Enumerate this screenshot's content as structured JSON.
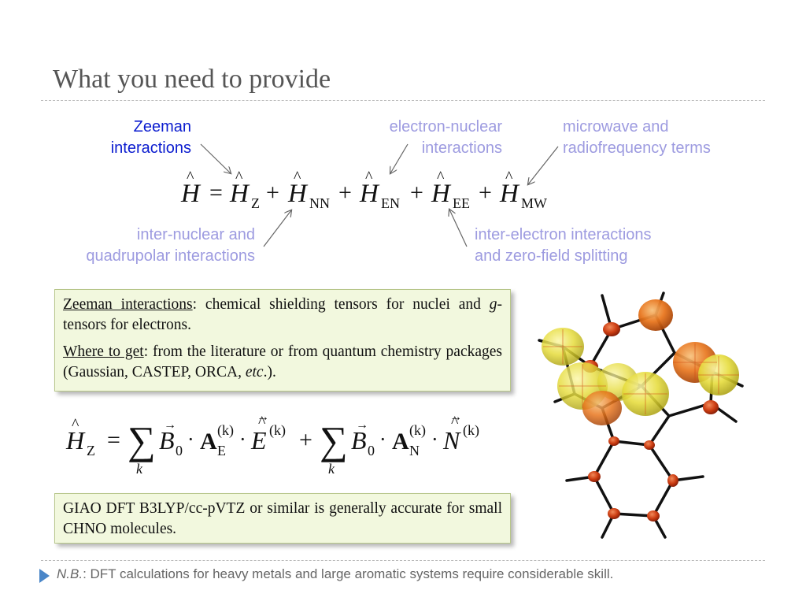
{
  "slide": {
    "title": "What you need to provide"
  },
  "labels": {
    "zeeman_line1": "Zeeman",
    "zeeman_line2": "interactions",
    "en_line1": "electron-nuclear",
    "en_line2": "interactions",
    "mw_line1": "microwave and",
    "mw_line2": "radiofrequency terms",
    "nn_line1": "inter-nuclear and",
    "nn_line2": "quadrupolar interactions",
    "ee_line1": "inter-electron interactions",
    "ee_line2": "and zero-field splitting"
  },
  "equation_main": {
    "symbol": "H",
    "equals": "=",
    "plus": "+",
    "terms": [
      {
        "sub": "Z"
      },
      {
        "sub": "NN"
      },
      {
        "sub": "EN"
      },
      {
        "sub": "EE"
      },
      {
        "sub": "MW"
      }
    ]
  },
  "equation_zeeman": {
    "lhs_sub": "Z",
    "sum_index": "k",
    "B": "B",
    "B_sub": "0",
    "A": "A",
    "A_sub_E": "E",
    "A_sub_N": "N",
    "sup_k": "(k)",
    "E": "E",
    "N": "N"
  },
  "box1": {
    "p1_term": "Zeeman interactions",
    "p1_text_a": ": chemical shielding tensors for nuclei and ",
    "p1_italic": "g",
    "p1_text_b": "-tensors for electrons.",
    "p2_term": "Where to get",
    "p2_text": ": from the literature or from quantum chemistry packages (Gaussian, CASTEP, ORCA, ",
    "p2_italic": "etc",
    "p2_end": ".)."
  },
  "box2": {
    "text": "GIAO DFT B3LYP/cc-pVTZ or similar is generally accurate for small CHNO molecules."
  },
  "footer": {
    "nb": "N.B.",
    "text": ": DFT calculations for heavy metals and large aromatic systems require considerable skill."
  },
  "colors": {
    "title": "#555555",
    "label_blue": "#0b1ccf",
    "label_pale": "#9d9be0",
    "box_fill": "#f2f8de",
    "box_border": "#b7c68a",
    "bullet": "#4a86c8",
    "atom_yellow": "#e8e14a",
    "atom_orange": "#e8761e",
    "bond": "#111111"
  },
  "icons": {
    "footer_bullet": "triangle-right-icon",
    "molecule": "molecule-illustration"
  }
}
